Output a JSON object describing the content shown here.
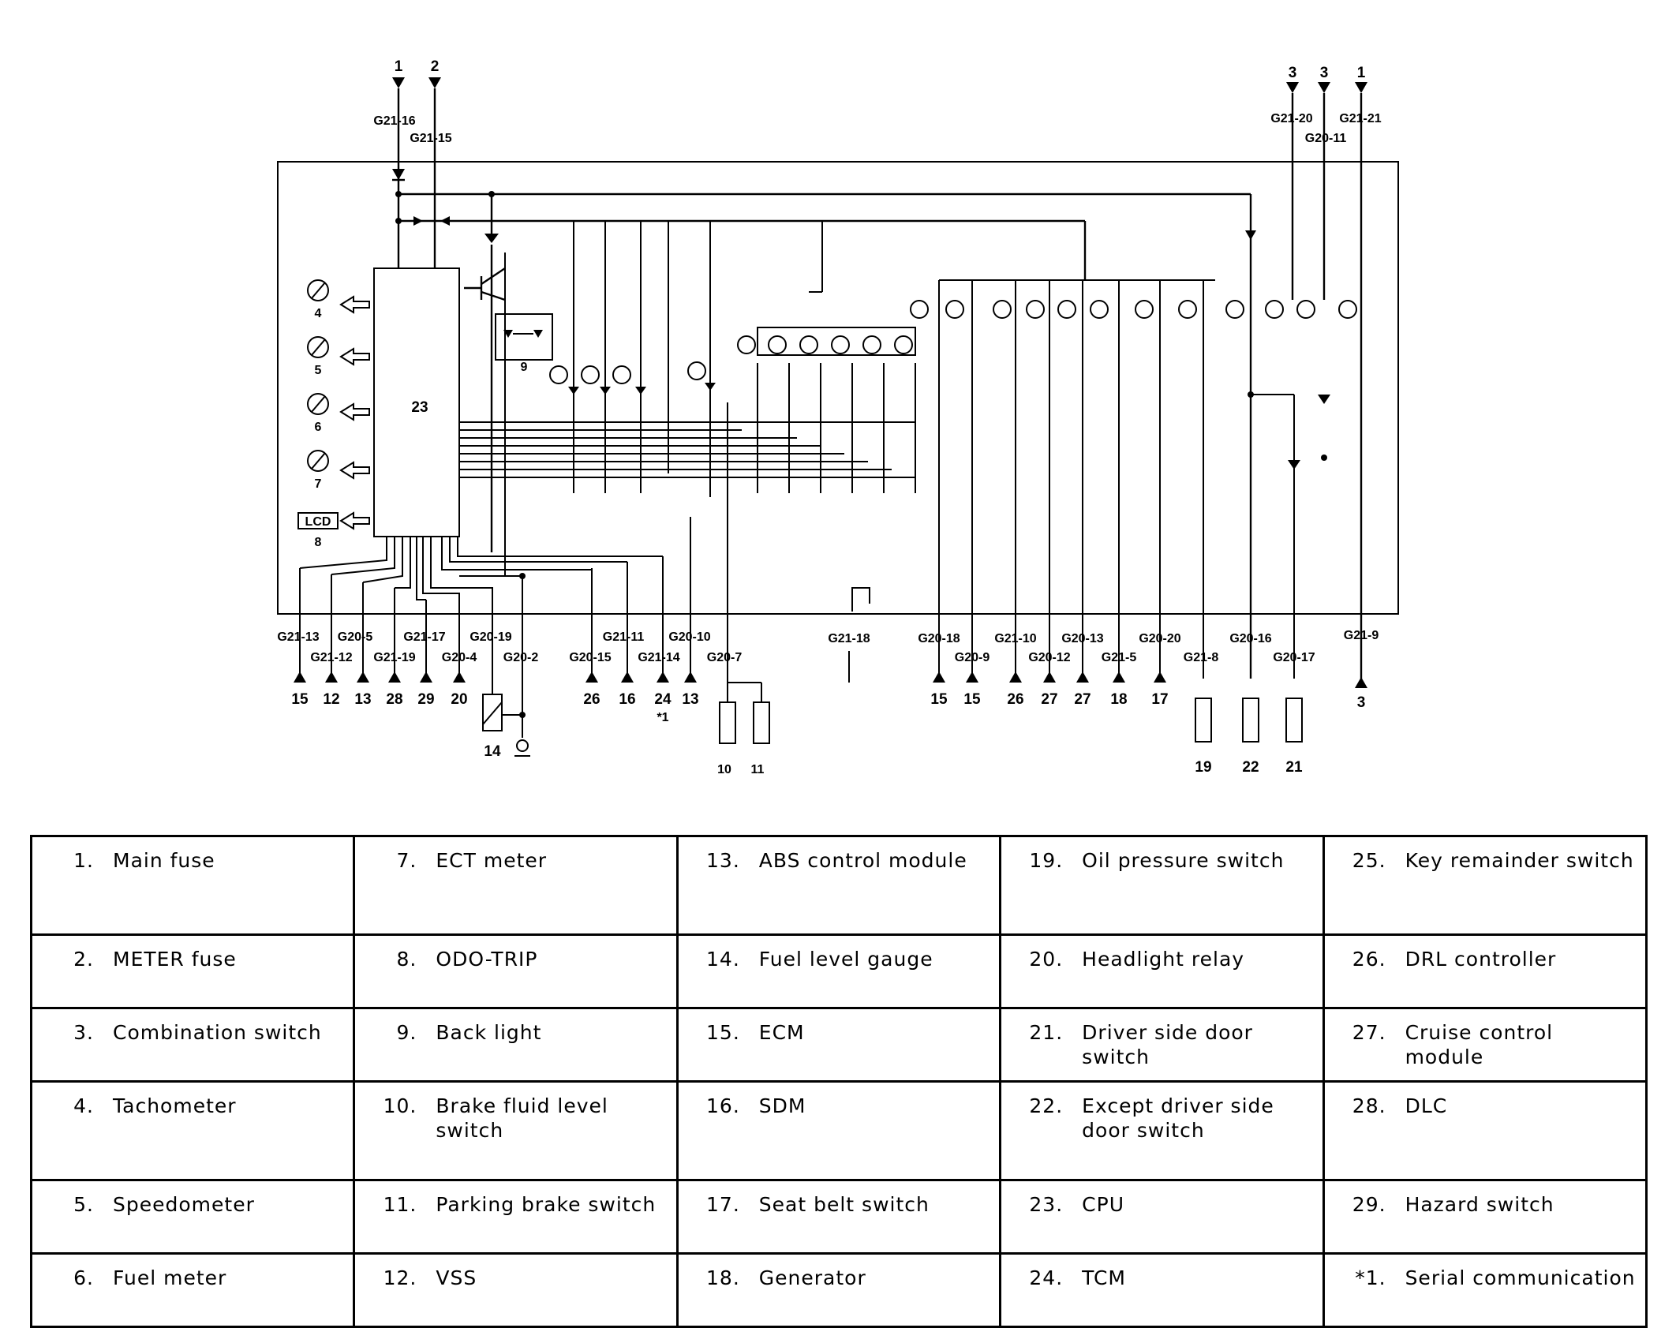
{
  "diagram": {
    "top_connectors": [
      {
        "num": "1",
        "label": "G21-16"
      },
      {
        "num": "2",
        "label": "G21-15"
      },
      {
        "num": "3",
        "label": "G21-20"
      },
      {
        "num": "3",
        "label": "G20-11"
      },
      {
        "num": "1",
        "label": "G21-21"
      }
    ],
    "cpu_label": "23",
    "gauges": [
      "4",
      "5",
      "6",
      "7"
    ],
    "lcd": {
      "label": "LCD",
      "num": "8"
    },
    "backlight_num": "9",
    "bottom_connectors": [
      {
        "label": "G21-13",
        "num": "15"
      },
      {
        "label": "G21-12",
        "num": "12"
      },
      {
        "label": "G20-5",
        "num": "13"
      },
      {
        "label": "G21-19",
        "num": "28"
      },
      {
        "label": "G21-17",
        "num": "29"
      },
      {
        "label": "G20-4",
        "num": "20"
      },
      {
        "label": "G20-19",
        "num": "14"
      },
      {
        "label": "G20-2",
        "num": ""
      },
      {
        "label": "G20-15",
        "num": "26"
      },
      {
        "label": "G21-11",
        "num": "16"
      },
      {
        "label": "G21-14",
        "num": "24"
      },
      {
        "label": "G20-10",
        "num": "13"
      },
      {
        "label": "G20-7",
        "num": ""
      },
      {
        "label": "G21-18",
        "num": ""
      },
      {
        "label": "G20-18",
        "num": "15"
      },
      {
        "label": "G20-9",
        "num": "15"
      },
      {
        "label": "G21-10",
        "num": "26"
      },
      {
        "label": "G20-12",
        "num": "27"
      },
      {
        "label": "G20-13",
        "num": "27"
      },
      {
        "label": "G21-5",
        "num": "18"
      },
      {
        "label": "G20-20",
        "num": "17"
      },
      {
        "label": "G21-8",
        "num": "19"
      },
      {
        "label": "G20-16",
        "num": "22"
      },
      {
        "label": "G20-17",
        "num": "21"
      },
      {
        "label": "G21-9",
        "num": "3"
      }
    ],
    "serial_note": "*1",
    "switch_nums": [
      "10",
      "11",
      "19",
      "22",
      "21"
    ]
  },
  "legend": [
    [
      {
        "num": "1.",
        "text": "Main fuse"
      },
      {
        "num": "7.",
        "text": "ECT meter"
      },
      {
        "num": "13.",
        "text": "ABS control module"
      },
      {
        "num": "19.",
        "text": "Oil pressure switch"
      },
      {
        "num": "25.",
        "text": "Key remainder switch"
      }
    ],
    [
      {
        "num": "2.",
        "text": "METER fuse"
      },
      {
        "num": "8.",
        "text": "ODO-TRIP"
      },
      {
        "num": "14.",
        "text": "Fuel level gauge"
      },
      {
        "num": "20.",
        "text": "Headlight relay"
      },
      {
        "num": "26.",
        "text": "DRL controller"
      }
    ],
    [
      {
        "num": "3.",
        "text": "Combination switch"
      },
      {
        "num": "9.",
        "text": "Back light"
      },
      {
        "num": "15.",
        "text": "ECM"
      },
      {
        "num": "21.",
        "text": "Driver side door switch"
      },
      {
        "num": "27.",
        "text": "Cruise control module"
      }
    ],
    [
      {
        "num": "4.",
        "text": "Tachometer"
      },
      {
        "num": "10.",
        "text": "Brake fluid level switch"
      },
      {
        "num": "16.",
        "text": "SDM"
      },
      {
        "num": "22.",
        "text": "Except driver side door switch"
      },
      {
        "num": "28.",
        "text": "DLC"
      }
    ],
    [
      {
        "num": "5.",
        "text": "Speedometer"
      },
      {
        "num": "11.",
        "text": "Parking brake switch"
      },
      {
        "num": "17.",
        "text": "Seat belt switch"
      },
      {
        "num": "23.",
        "text": "CPU"
      },
      {
        "num": "29.",
        "text": "Hazard switch"
      }
    ],
    [
      {
        "num": "6.",
        "text": "Fuel meter"
      },
      {
        "num": "12.",
        "text": "VSS"
      },
      {
        "num": "18.",
        "text": "Generator"
      },
      {
        "num": "24.",
        "text": "TCM"
      },
      {
        "num": "*1.",
        "text": "Serial communication"
      }
    ]
  ]
}
